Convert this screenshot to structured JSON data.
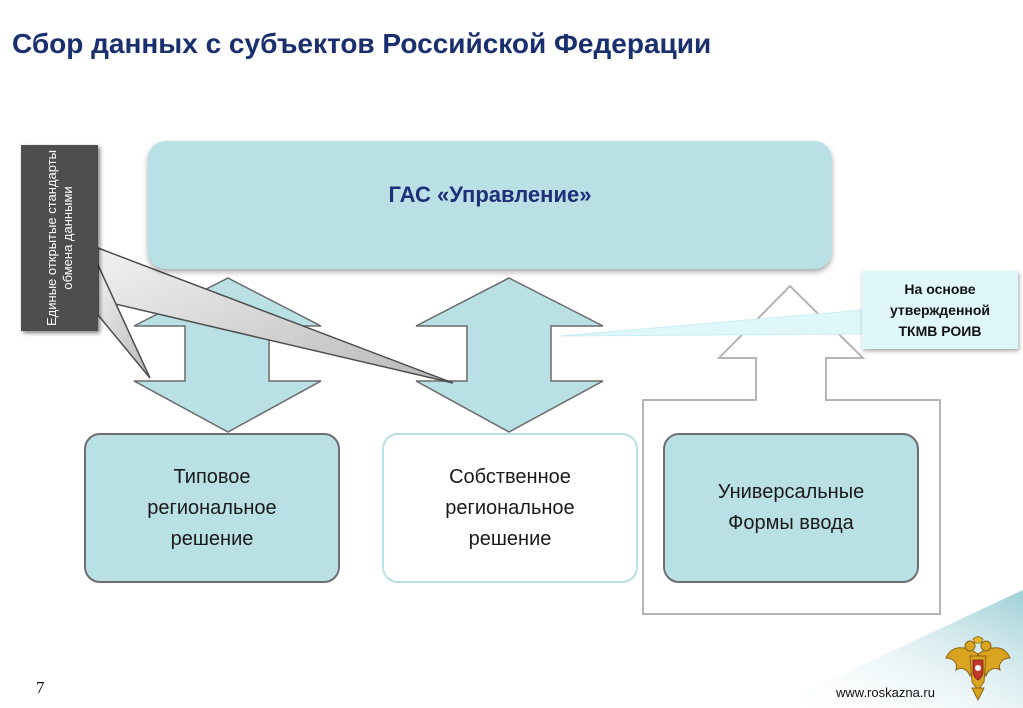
{
  "title": "Сбор данных с субъектов Российской Федерации",
  "top_box": {
    "label": "ГАС «Управление»"
  },
  "side_label": {
    "text": "Единые открытые стандарты обмена данными"
  },
  "bottom_boxes": [
    {
      "text": "Типовое региональное решение"
    },
    {
      "text": "Собственное региональное решение"
    },
    {
      "text": "Универсальные Формы ввода"
    }
  ],
  "note": {
    "text": "На основе утвержденной ТКМВ РОИВ"
  },
  "footer": {
    "page_number": "7",
    "url": "www.roskazna.ru"
  },
  "colors": {
    "title": "#1a2f6e",
    "box_fill": "#b9e0e4",
    "note_fill": "#dff7fb",
    "callout_dark": "#4e4e4e"
  },
  "icons": {
    "emblem": "double-headed-eagle-emblem"
  }
}
